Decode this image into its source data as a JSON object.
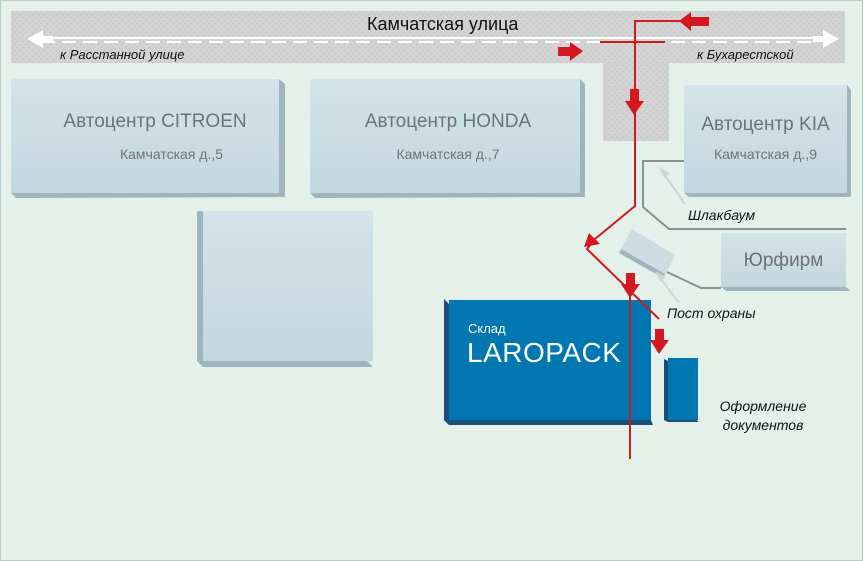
{
  "map": {
    "street": {
      "name": "Камчатская улица",
      "to_left": "к Расстанной улице",
      "to_right": "к Бухарестской"
    },
    "buildings": [
      {
        "name": "Автоцентр CITROEN",
        "address": "Камчатская д.,5"
      },
      {
        "name": "Автоцентр HONDA",
        "address": "Камчатская д.,7"
      },
      {
        "name": "Автоцентр KIA",
        "address": "Камчатская д.,9"
      },
      {
        "name": "Юрфирм"
      }
    ],
    "warehouse": {
      "caption": "Склад",
      "name": "LAROPACK"
    },
    "annotations": {
      "barrier": "Шлакбаум",
      "guard_post": "Пост охраны",
      "documents": "Оформление документов"
    },
    "colors": {
      "background": "#e4f1ea",
      "road": "#d3d3d3",
      "building": "#c9dde3",
      "warehouse": "#0077b0",
      "route": "#d31820",
      "fence": "#8c908e"
    }
  }
}
